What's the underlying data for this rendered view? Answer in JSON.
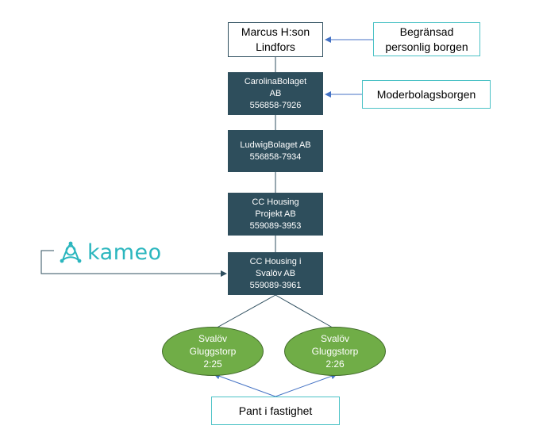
{
  "nodes": {
    "owner": {
      "line1": "Marcus H:son",
      "line2": "Lindfors"
    },
    "carolina": {
      "line1": "CarolinaBolaget",
      "line2": "AB",
      "line3": "556858-7926"
    },
    "ludwig": {
      "line1": "LudwigBolaget AB",
      "line2": "556858-7934"
    },
    "ccprojekt": {
      "line1": "CC Housing",
      "line2": "Projekt AB",
      "line3": "559089-3953"
    },
    "ccsvalov": {
      "line1": "CC Housing i",
      "line2": "Svalöv AB",
      "line3": "559089-3961"
    }
  },
  "notes": {
    "personal_guarantee": {
      "line1": "Begränsad",
      "line2": "personlig borgen"
    },
    "parent_guarantee": "Moderbolagsborgen",
    "pledge": "Pant i fastighet"
  },
  "properties": [
    {
      "line1": "Svalöv",
      "line2": "Gluggstorp",
      "line3": "2:25"
    },
    {
      "line1": "Svalöv",
      "line2": "Gluggstorp",
      "line3": "2:26"
    }
  ],
  "logo": {
    "text": "kameo",
    "icon": "kameo-knot-icon"
  },
  "colors": {
    "dark_box": "#2e4e5c",
    "note_border": "#4cc2c6",
    "oval_fill": "#70ad47",
    "arrow": "#4472c4",
    "logo": "#2bb6be"
  }
}
